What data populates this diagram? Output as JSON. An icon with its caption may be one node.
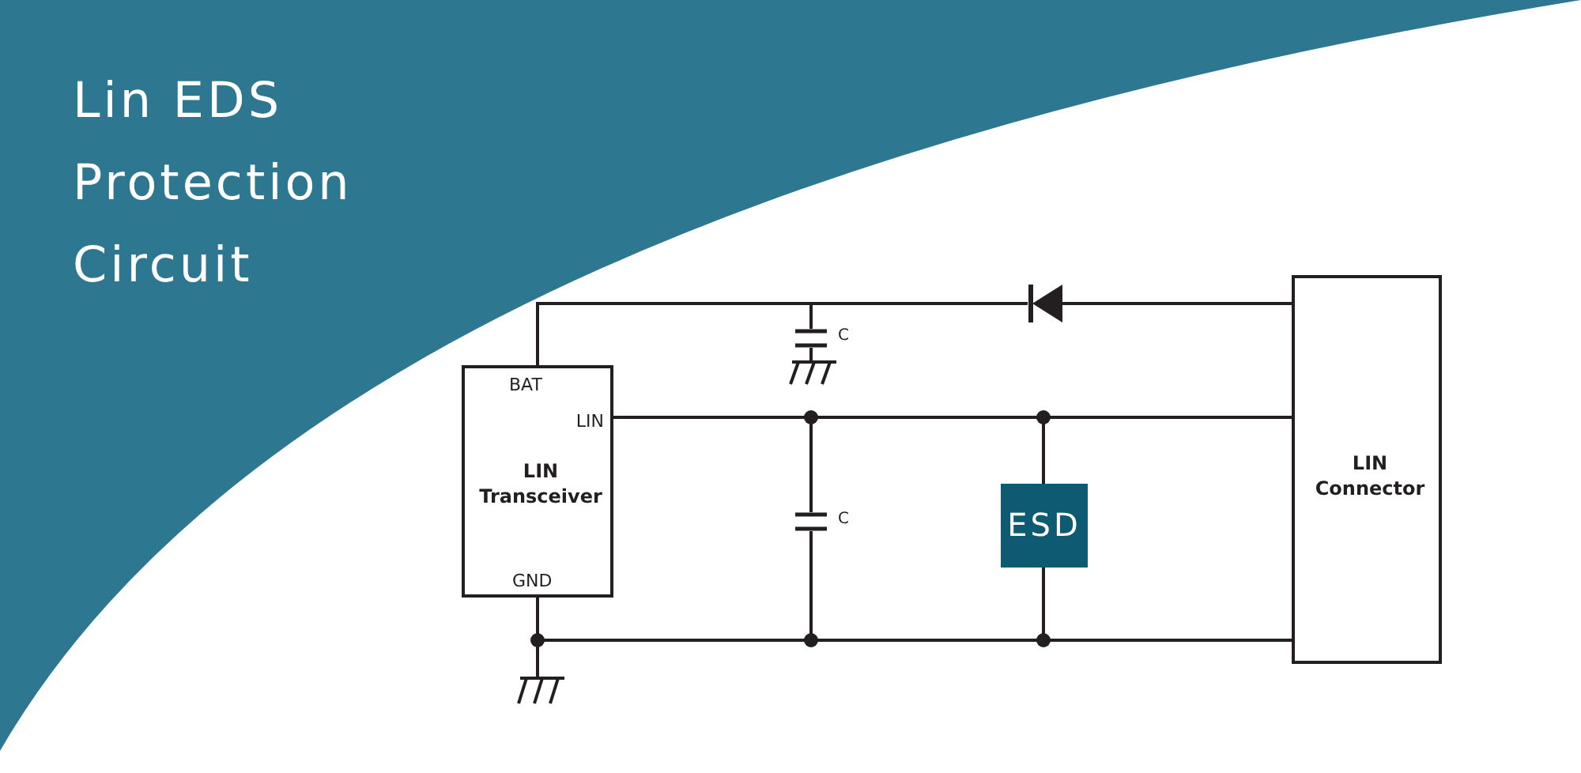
{
  "diagram": {
    "title": "Lin EDS Protection Circuit",
    "nodes": [
      {
        "text": [
          "BAT",
          "LIN",
          "LIN Transceiver",
          "GND"
        ]
      },
      {
        "text": [
          "LIN Connector"
        ]
      },
      {
        "text": [
          "ESD"
        ]
      },
      {
        "text": [],
        "shape": "diode"
      },
      {
        "text": [],
        "shape": "capacitor",
        "beside": [
          "C"
        ]
      },
      {
        "text": [],
        "shape": "capacitor",
        "beside": [
          "C"
        ]
      },
      {
        "text": [],
        "shape": "ground"
      },
      {
        "text": [],
        "shape": "ground"
      }
    ],
    "edges": [
      {
        "from": 1,
        "to": 3,
        "arrow": "none"
      },
      {
        "from": 3,
        "to": 0,
        "arrow": "none"
      },
      {
        "from": 4,
        "to": 0,
        "arrow": "none"
      },
      {
        "from": 4,
        "to": 6,
        "arrow": "none"
      },
      {
        "from": 0,
        "to": 1,
        "arrow": "none"
      },
      {
        "from": 5,
        "to": 0,
        "arrow": "none"
      },
      {
        "from": 2,
        "to": 0,
        "arrow": "none"
      },
      {
        "from": 0,
        "to": 7,
        "arrow": "none"
      },
      {
        "from": 0,
        "to": 1,
        "arrow": "none"
      },
      {
        "from": 5,
        "to": 0,
        "arrow": "none"
      },
      {
        "from": 2,
        "to": 0,
        "arrow": "none"
      }
    ]
  }
}
